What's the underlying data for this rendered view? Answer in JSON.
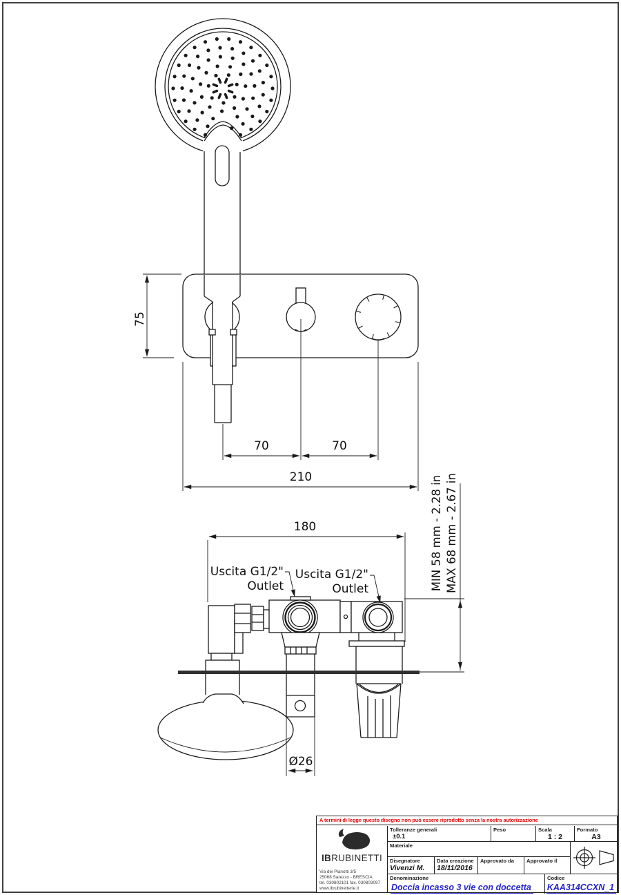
{
  "drawing": {
    "front_view": {
      "dim_height": "75",
      "dim_left_spacing": "70",
      "dim_right_spacing": "70",
      "dim_total_width": "210"
    },
    "installation_view": {
      "dim_width": "180",
      "outlet_left": {
        "line1": "Uscita G1/2\"",
        "line2": "Outlet"
      },
      "outlet_right": {
        "line1": "Uscita G1/2\"",
        "line2": "Outlet"
      },
      "depth_min": "MIN 58 mm - 2.28 in",
      "depth_max": "MAX 68 mm - 2.67 in",
      "dim_knob_diameter": "Ø26"
    }
  },
  "title_block": {
    "notice": "A termini di legge questo disegno non può essere riprodotto senza la nostra autorizzazione",
    "logo": {
      "brand_bold": "IB",
      "brand_rest": "RUBINETTI",
      "address_line1": "Via dei Pianotti 3/5",
      "address_line2": "25068 Sarezzo - BRESCIA",
      "address_line3": "tel. 030802101 fax. 030803097",
      "address_line4": "www.ibrubinetterie.it"
    },
    "fields": {
      "tolleranze_label": "Tolleranze generali",
      "tolleranze_value": "±0.1",
      "peso_label": "Peso",
      "peso_value": "",
      "scala_label": "Scala",
      "scala_value": "1 : 2",
      "formato_label": "Formato",
      "formato_value": "A3",
      "materiale_label": "Materiale",
      "materiale_value": "",
      "disegnatore_label": "Disegnatore",
      "disegnatore_value": "Vivenzi M.",
      "data_creazione_label": "Data creazione",
      "data_creazione_value": "18/11/2016",
      "approvato_da_label": "Approvato da",
      "approvato_da_value": "",
      "approvato_il_label": "Approvato il",
      "approvato_il_value": "",
      "denominazione_label": "Denominazione",
      "denominazione_value": "Doccia incasso 3 vie con doccetta",
      "codice_label": "Codice",
      "codice_value": "KAA314CCXN_1"
    },
    "colors": {
      "accent_blue": "#2323cd",
      "notice_red": "#e50000",
      "line": "#1a1a1a",
      "page_border": "#3f3f3f"
    }
  }
}
